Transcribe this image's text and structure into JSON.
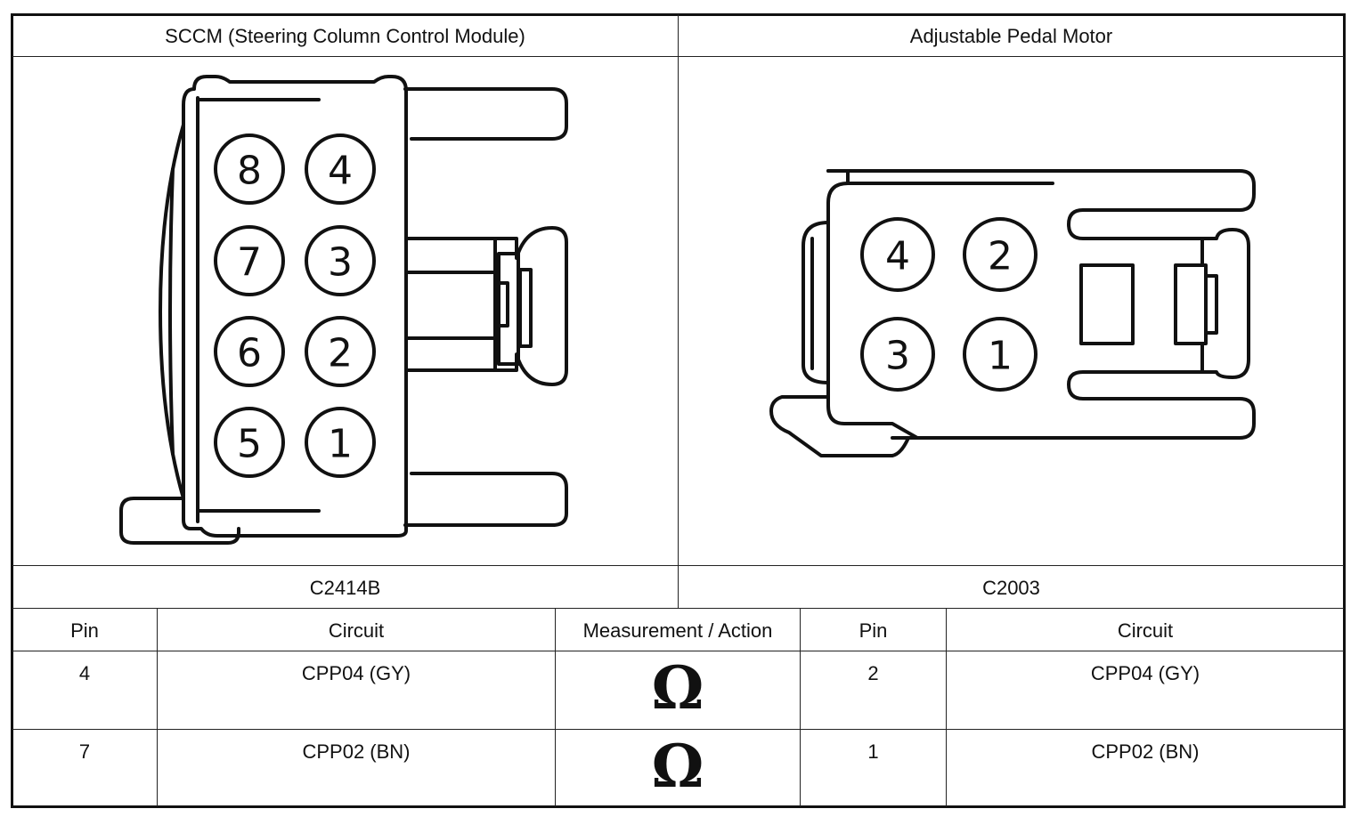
{
  "headers": {
    "left_component": "SCCM (Steering Column Control Module)",
    "right_component": "Adjustable Pedal Motor"
  },
  "connectors": {
    "left_id": "C2414B",
    "right_id": "C2003"
  },
  "left_connector_pins": [
    "8",
    "4",
    "7",
    "3",
    "6",
    "2",
    "5",
    "1"
  ],
  "right_connector_pins": [
    "4",
    "2",
    "3",
    "1"
  ],
  "table": {
    "columns": [
      "Pin",
      "Circuit",
      "Measurement / Action",
      "Pin",
      "Circuit"
    ],
    "rows": [
      {
        "pin_a": "4",
        "circuit_a": "CPP04 (GY)",
        "measurement": "Ω",
        "pin_b": "2",
        "circuit_b": "CPP04 (GY)"
      },
      {
        "pin_a": "7",
        "circuit_a": "CPP02 (BN)",
        "measurement": "Ω",
        "pin_b": "1",
        "circuit_b": "CPP02 (BN)"
      }
    ]
  }
}
